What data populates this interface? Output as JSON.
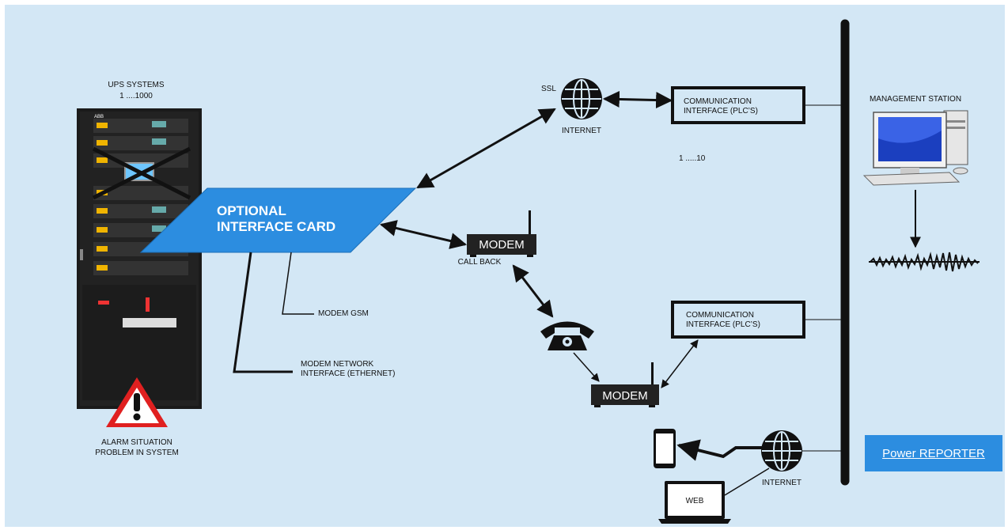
{
  "ups": {
    "title": "UPS SYSTEMS",
    "range": "1 ....1000",
    "brand": "ABB"
  },
  "alarm": {
    "line1": "ALARM SITUATION",
    "line2": "PROBLEM IN SYSTEM"
  },
  "card": {
    "line1": "OPTIONAL",
    "line2": "INTERFACE CARD"
  },
  "modem_gsm": "MODEM GSM",
  "modem_network": {
    "line1": "MODEM NETWORK",
    "line2": "INTERFACE (ETHERNET)"
  },
  "internet_top": {
    "ssl": "SSL",
    "label": "INTERNET"
  },
  "comm_top": {
    "line1": "COMMUNICATION",
    "line2": "INTERFACE (PLC’S)",
    "range": "1 .....10"
  },
  "modem_callback": {
    "label": "MODEM",
    "caption": "CALL BACK"
  },
  "modem_bottom": {
    "label": "MODEM"
  },
  "comm_bottom": {
    "line1": "COMMUNICATION",
    "line2": "INTERFACE (PLC’S)"
  },
  "management_station": "MANAGEMENT STATION",
  "internet_bottom": "INTERNET",
  "web": "WEB",
  "power_reporter": "Power REPORTER",
  "colors": {
    "background": "#d3e7f5",
    "card": "#2c8de0",
    "alarm": "#e02020",
    "bus": "#111111"
  }
}
